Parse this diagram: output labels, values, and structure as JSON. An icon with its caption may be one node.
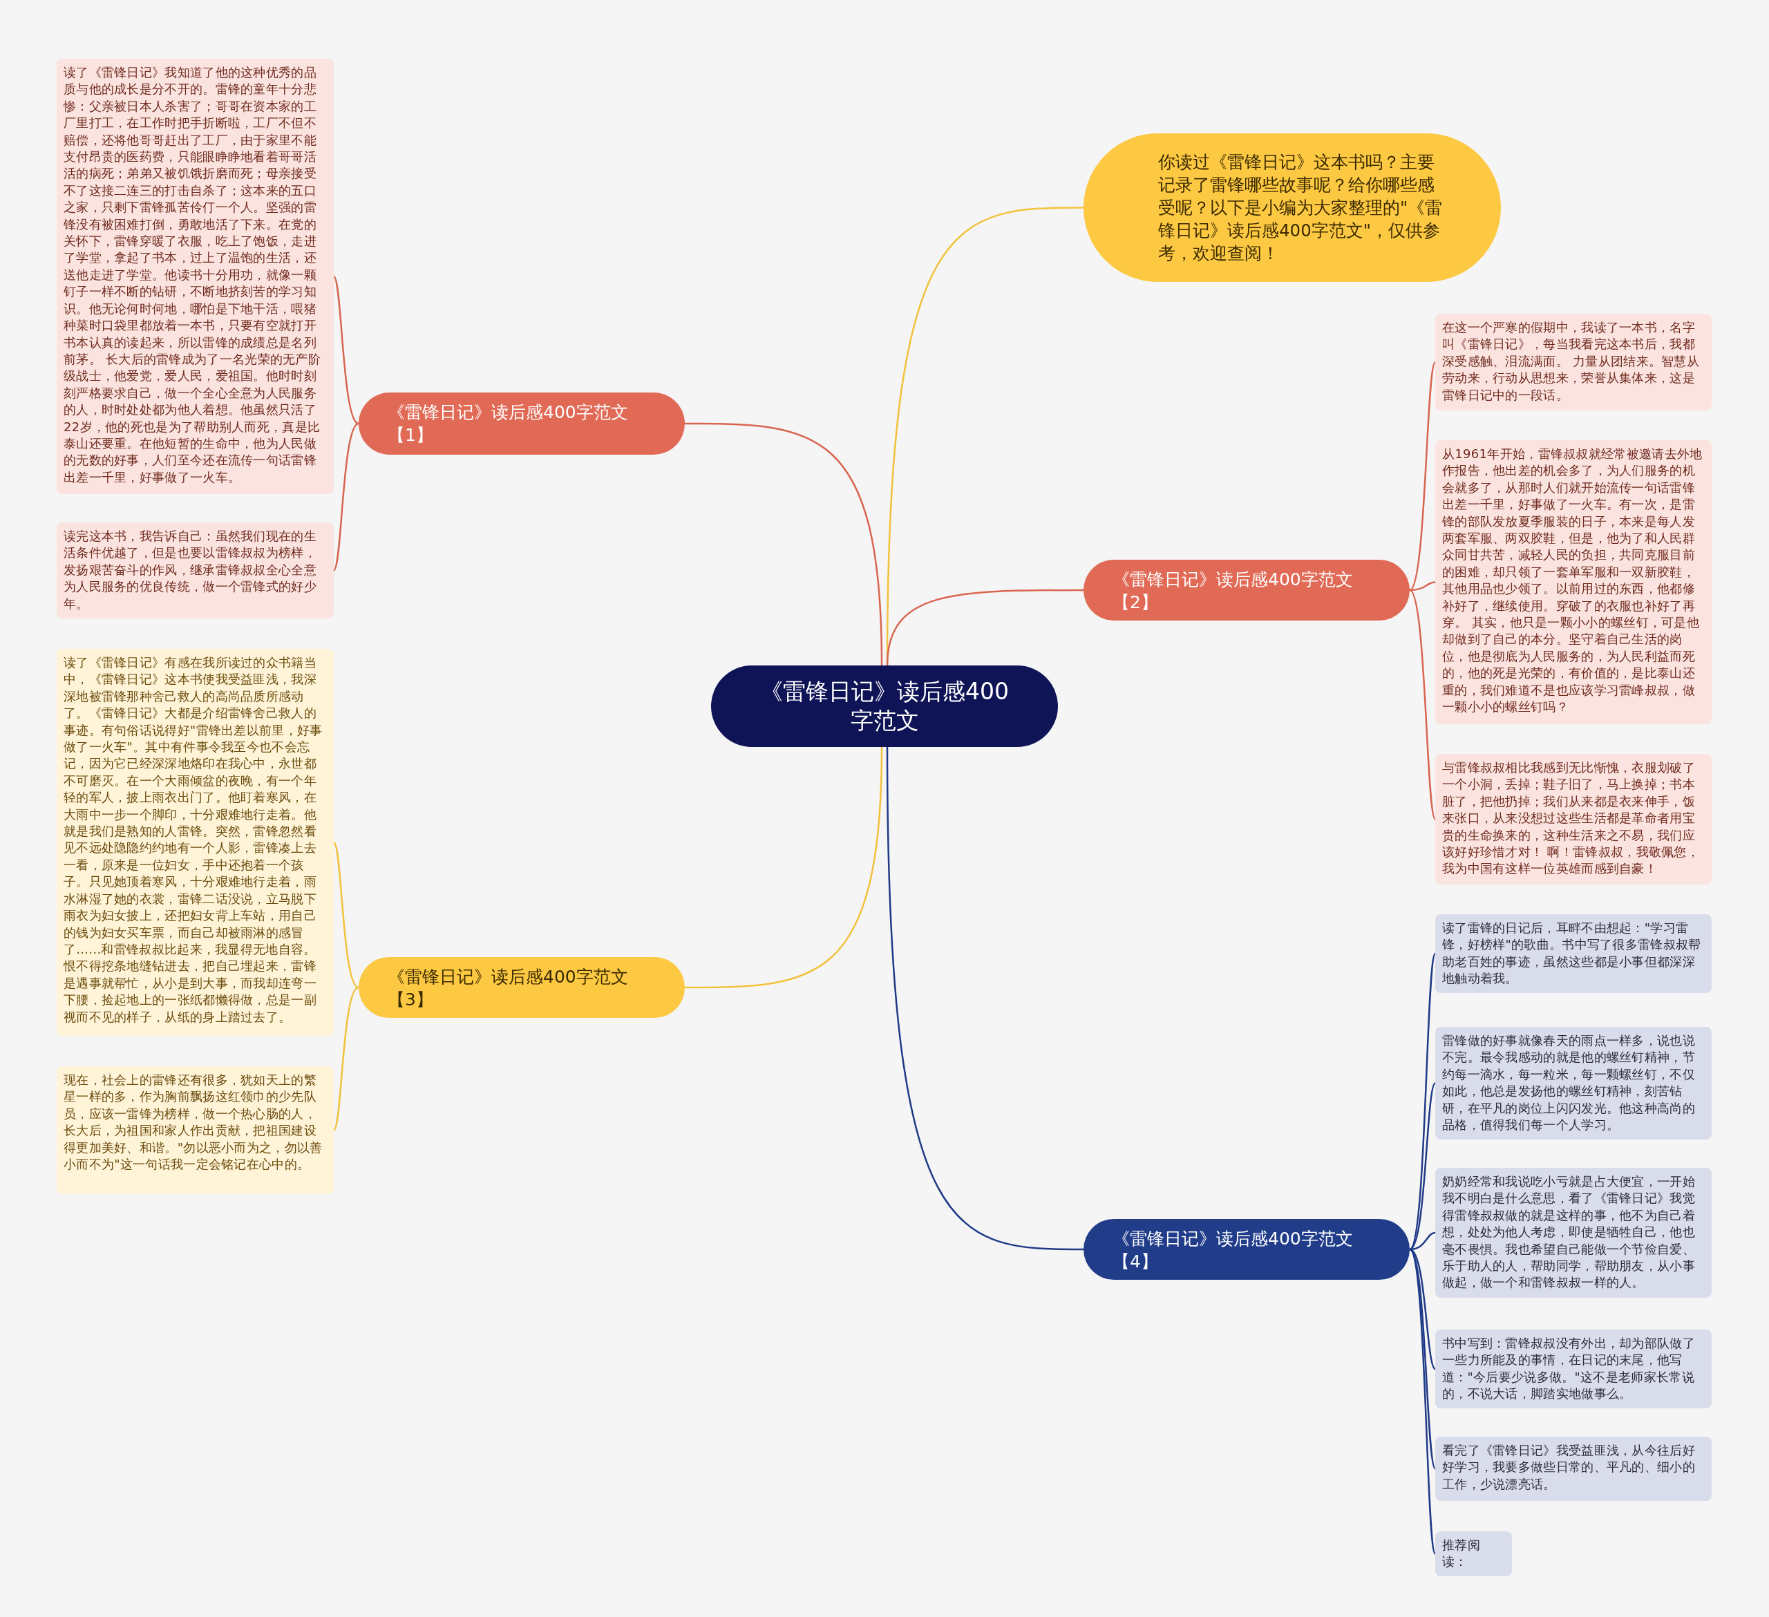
{
  "diagram": {
    "nodes": [
      {
        "text": [
          "《雷锋日记》读后感400字范文"
        ]
      },
      {
        "text": [
          "你读过《雷锋日记》这本书吗？主要记录了雷锋哪些故事呢？给你哪些感受呢？以下是小编为大家整理的\"《雷锋日记》读后感400字范文\"，仅供参考，欢迎查阅！"
        ]
      },
      {
        "text": [
          "《雷锋日记》读后感400字范文【1】"
        ]
      },
      {
        "text": [
          "读了《雷锋日记》我知道了他的这种优秀的品质与他的成长是分不开的。雷锋的童年十分悲惨：父亲被日本人杀害了；哥哥在资本家的工厂里打工，在工作时把手折断啦，工厂不但不赔偿，还将他哥哥赶出了工厂，由于家里不能支付昂贵的医药费，只能眼睁睁地看着哥哥活活的病死；弟弟又被饥饿折磨而死；母亲接受不了这接二连三的打击自杀了；这本来的五口之家，只剩下雷锋孤苦伶仃一个人。坚强的雷锋没有被困难打倒，勇敢地活了下来。在党的关怀下，雷锋穿暖了衣服，吃上了饱饭，走进了学堂，拿起了书本，过上了温饱的生活，还送他走进了学堂。他读书十分用功，就像一颗钉子一样不断的钻研，不断地挤刻苦的学习知识。他无论何时何地，哪怕是下地干活，喂猪种菜时口袋里都放着一本书，只要有空就打开书本认真的读起来，所以雷锋的成绩总是名列前茅。 长大后的雷锋成为了一名光荣的无产阶级战士，他爱党，爱人民，爱祖国。他时时刻刻严格要求自己，做一个全心全意为人民服务的人，时时处处都为他人着想。他虽然只活了22岁，他的死也是为了帮助别人而死，真是比泰山还要重。在他短暂的生命中，他为人民做的无数的好事，人们至今还在流传一句话雷锋出差一千里，好事做了一火车。"
        ]
      },
      {
        "text": [
          "读完这本书，我告诉自己：虽然我们现在的生活条件优越了，但是也要以雷锋叔叔为榜样，发扬艰苦奋斗的作风，继承雷锋叔叔全心全意为人民服务的优良传统，做一个雷锋式的好少年。"
        ]
      },
      {
        "text": [
          "《雷锋日记》读后感400字范文【2】"
        ]
      },
      {
        "text": [
          "在这一个严寒的假期中，我读了一本书，名字叫《雷锋日记》，每当我看完这本书后，我都深受感触、泪流满面。 力量从团结来。智慧从劳动来，行动从思想来，荣誉从集体来，这是雷锋日记中的一段话。"
        ]
      },
      {
        "text": [
          "从1961年开始，雷锋叔叔就经常被邀请去外地作报告，他出差的机会多了，为人们服务的机会就多了，从那时人们就开始流传一句话雷锋出差一千里，好事做了一火车。有一次，是雷锋的部队发放夏季服装的日子，本来是每人发两套军服、两双胶鞋，但是，他为了和人民群众同甘共苦，减轻人民的负担，共同克服目前的困难，却只领了一套单军服和一双新胶鞋，其他用品也少领了。以前用过的东西，他都修补好了，继续使用。穿破了的衣服也补好了再穿。 其实，他只是一颗小小的螺丝钉，可是他却做到了自己的本分。坚守着自己生活的岗位，他是彻底为人民服务的，为人民利益而死的，他的死是光荣的，有价值的，是比泰山还重的，我们难道不是也应该学习雷峰叔叔，做一颗小小的螺丝钉吗？"
        ]
      },
      {
        "text": [
          "与雷锋叔叔相比我感到无比惭愧，衣服划破了一个小洞，丢掉；鞋子旧了，马上换掉；书本脏了，把他扔掉；我们从来都是衣来伸手，饭来张口，从来没想过这些生活都是革命者用宝贵的生命换来的，这种生活来之不易，我们应该好好珍惜才对！ 啊！雷锋叔叔，我敬佩您，我为中国有这样一位英雄而感到自豪！"
        ]
      },
      {
        "text": [
          "《雷锋日记》读后感400字范文【3】"
        ]
      },
      {
        "text": [
          "读了《雷锋日记》有感在我所读过的众书籍当中，《雷锋日记》这本书使我受益匪浅，我深深地被雷锋那种舍己救人的高尚品质所感动了。《雷锋日记》大都是介绍雷锋舍己救人的事迹。有句俗话说得好\"雷锋出差以前里，好事做了一火车\"。其中有件事令我至今也不会忘记，因为它已经深深地烙印在我心中，永世都不可磨灭。在一个大雨倾盆的夜晚，有一个年轻的军人，披上雨衣出门了。他盯着寒风，在大雨中一步一个脚印，十分艰难地行走着。他就是我们是熟知的人雷锋。突然，雷锋忽然看见不远处隐隐约约地有一个人影，雷锋凑上去一看，原来是一位妇女，手中还抱着一个孩子。只见她顶着寒风，十分艰难地行走着，雨水淋湿了她的衣裳，雷锋二话没说，立马脱下雨衣为妇女披上，还把妇女背上车站，用自己的钱为妇女买车票，而自己却被雨淋的感冒了......和雷锋叔叔比起来，我显得无地自容。恨不得挖条地缝钻进去，把自己埋起来，雷锋是遇事就帮忙，从小是到大事，而我却连弯一下腰，捡起地上的一张纸都懒得做，总是一副视而不见的样子，从纸的身上踏过去了。"
        ]
      },
      {
        "text": [
          "现在，社会上的雷锋还有很多，犹如天上的繁星一样的多，作为胸前飘扬这红领巾的少先队员，应该一雷锋为榜样，做一个热心肠的人，长大后，为祖国和家人作出贡献，把祖国建设得更加美好、和谐。\"勿以恶小而为之，勿以善小而不为\"这一句话我一定会铭记在心中的。"
        ]
      },
      {
        "text": [
          "《雷锋日记》读后感400字范文【4】"
        ]
      },
      {
        "text": [
          "读了雷锋的日记后，耳畔不由想起：\"学习雷锋，好榜样\"的歌曲。书中写了很多雷锋叔叔帮助老百姓的事迹，虽然这些都是小事但都深深地触动着我。"
        ]
      },
      {
        "text": [
          "雷锋做的好事就像春天的雨点一样多，说也说不完。最令我感动的就是他的螺丝钉精神，节约每一滴水，每一粒米，每一颗螺丝钉，不仅如此，他总是发扬他的螺丝钉精神，刻苦钻研，在平凡的岗位上闪闪发光。他这种高尚的品格，值得我们每一个人学习。"
        ]
      },
      {
        "text": [
          "奶奶经常和我说吃小亏就是占大便宜，一开始我不明白是什么意思，看了《雷锋日记》我觉得雷锋叔叔做的就是这样的事，他不为自己着想，处处为他人考虑，即使是牺牲自己，他也毫不畏惧。我也希望自己能做一个节俭自爱、乐于助人的人，帮助同学，帮助朋友，从小事做起，做一个和雷锋叔叔一样的人。"
        ]
      },
      {
        "text": [
          "书中写到：雷锋叔叔没有外出，却为部队做了一些力所能及的事情，在日记的末尾，他写道：\"今后要少说多做。\"这不是老师家长常说的，不说大话，脚踏实地做事么。"
        ]
      },
      {
        "text": [
          "看完了《雷锋日记》我受益匪浅，从今往后好好学习，我要多做些日常的、平凡的、细小的工作，少说漂亮话。"
        ]
      },
      {
        "text": [
          "推荐阅读："
        ]
      }
    ],
    "edges": [
      {
        "from": 0,
        "to": 1,
        "arrow": "none",
        "color": "#f2c13c"
      },
      {
        "from": 0,
        "to": 2,
        "arrow": "none",
        "color": "#d8654f"
      },
      {
        "from": 2,
        "to": 3,
        "arrow": "none",
        "color": "#d8654f"
      },
      {
        "from": 2,
        "to": 4,
        "arrow": "none",
        "color": "#d8654f"
      },
      {
        "from": 0,
        "to": 5,
        "arrow": "none",
        "color": "#d8654f"
      },
      {
        "from": 5,
        "to": 6,
        "arrow": "none",
        "color": "#d8654f"
      },
      {
        "from": 5,
        "to": 7,
        "arrow": "none",
        "color": "#d8654f"
      },
      {
        "from": 5,
        "to": 8,
        "arrow": "none",
        "color": "#d8654f"
      },
      {
        "from": 0,
        "to": 9,
        "arrow": "none",
        "color": "#f2c13c"
      },
      {
        "from": 9,
        "to": 10,
        "arrow": "none",
        "color": "#f2c13c"
      },
      {
        "from": 9,
        "to": 11,
        "arrow": "none",
        "color": "#f2c13c"
      },
      {
        "from": 0,
        "to": 12,
        "arrow": "none",
        "color": "#1f3a86"
      },
      {
        "from": 12,
        "to": 13,
        "arrow": "none",
        "color": "#1f3a86"
      },
      {
        "from": 12,
        "to": 14,
        "arrow": "none",
        "color": "#1f3a86"
      },
      {
        "from": 12,
        "to": 15,
        "arrow": "none",
        "color": "#1f3a86"
      },
      {
        "from": 12,
        "to": 16,
        "arrow": "none",
        "color": "#1f3a86"
      },
      {
        "from": 12,
        "to": 17,
        "arrow": "none",
        "color": "#1f3a86"
      },
      {
        "from": 12,
        "to": 18,
        "arrow": "none",
        "color": "#1f3a86"
      }
    ]
  }
}
